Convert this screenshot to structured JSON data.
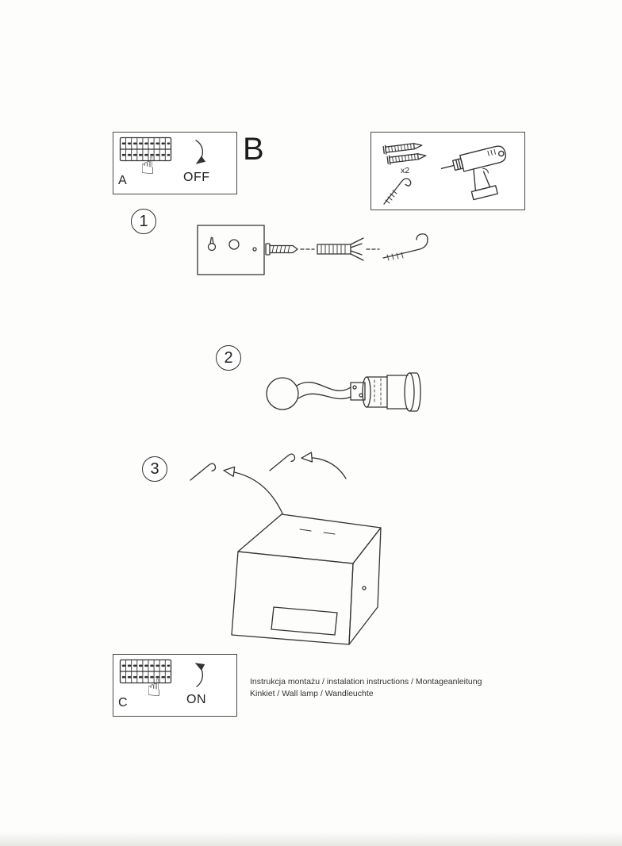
{
  "step_a": {
    "label": "A",
    "state": "OFF"
  },
  "section_b": {
    "label": "B"
  },
  "toolbox": {
    "anchor_count": "x2"
  },
  "steps": {
    "step1": "1",
    "step2": "2",
    "step3": "3"
  },
  "step_c": {
    "label": "C",
    "state": "ON"
  },
  "footer": {
    "line1": "Instrukcja montażu / instalation instructions / Montageanleitung",
    "line2": "Kinkiet / Wall lamp / Wandleuchte"
  },
  "icons": {
    "hand": "☝"
  }
}
